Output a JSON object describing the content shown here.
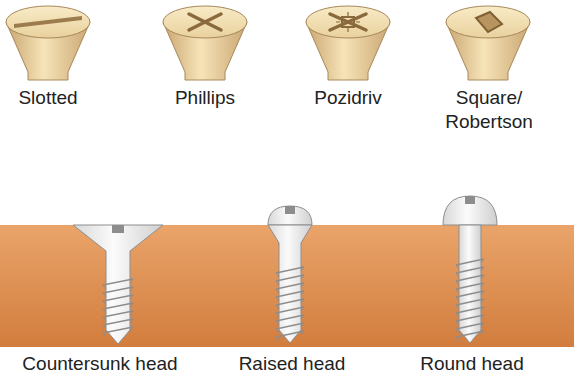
{
  "diagram": {
    "labels": [
      "Slotted",
      "Phillips",
      "Pozidriv",
      "Square/ Robertson",
      "Countersunk head",
      "Raised head",
      "Round head"
    ]
  }
}
